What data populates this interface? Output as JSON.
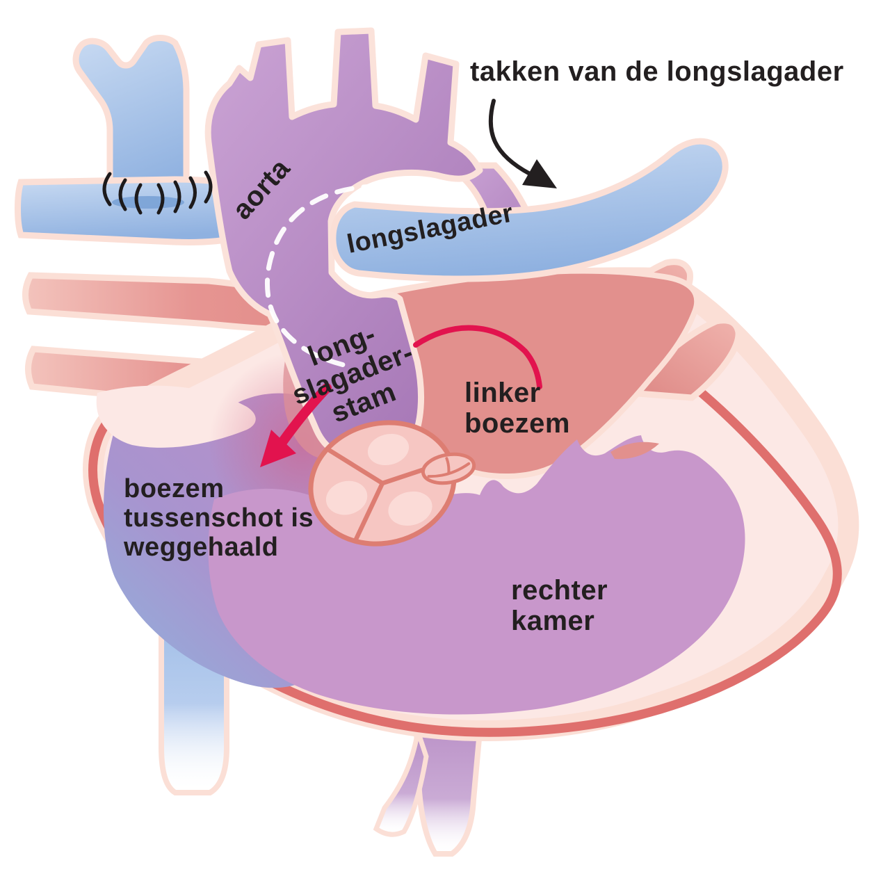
{
  "figure": {
    "title": "takken van de longslagader",
    "labels": {
      "aorta": "aorta",
      "longslagader": "longslagader",
      "stam_l1": "long-",
      "stam_l2": "slagader-",
      "stam_l3": "stam",
      "linker_l1": "linker",
      "linker_l2": "boezem",
      "septum_l1": "boezem",
      "septum_l2": "tussenschot is",
      "septum_l3": "weggehaald",
      "kamer_l1": "rechter",
      "kamer_l2": "kamer"
    },
    "colors": {
      "vein_blue": "#9db9e6",
      "artery_purple": "#b388c2",
      "atrium_salmon": "#e2908d",
      "heart_pale": "#fce8e5",
      "heart_outline": "#df6f6d",
      "ventricle_purple": "#c897cb",
      "flow_arrow_red": "#e2134e",
      "annotation_black": "#231f20",
      "dashed_line_white": "#ffffff"
    }
  }
}
